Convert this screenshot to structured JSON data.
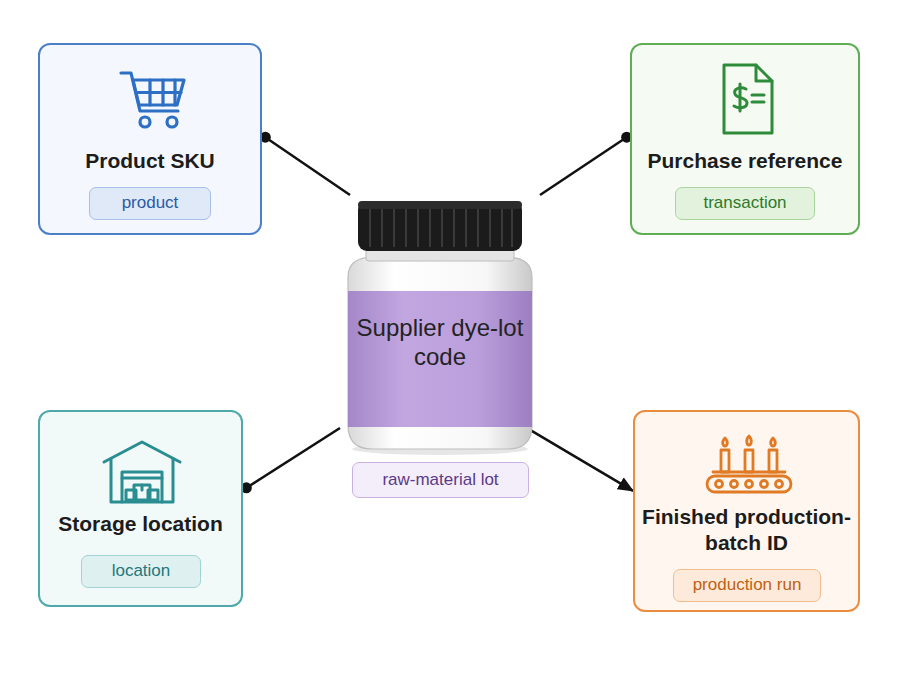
{
  "diagram": {
    "nodes": [
      {
        "text": [
          "Product SKU",
          "product"
        ]
      },
      {
        "text": [
          "Purchase reference",
          "transaction"
        ]
      },
      {
        "text": [
          "Supplier dye-lot code",
          "raw-material lot"
        ]
      },
      {
        "text": [
          "Storage location",
          "location"
        ]
      },
      {
        "text": [
          "Finished production-batch ID",
          "production run"
        ]
      }
    ],
    "edges": [
      {
        "from": 0,
        "to": 2,
        "arrow": "none"
      },
      {
        "from": 1,
        "to": 2,
        "arrow": "none"
      },
      {
        "from": 3,
        "to": 2,
        "arrow": "none"
      },
      {
        "from": 2,
        "to": 4,
        "arrow": "to"
      }
    ]
  }
}
